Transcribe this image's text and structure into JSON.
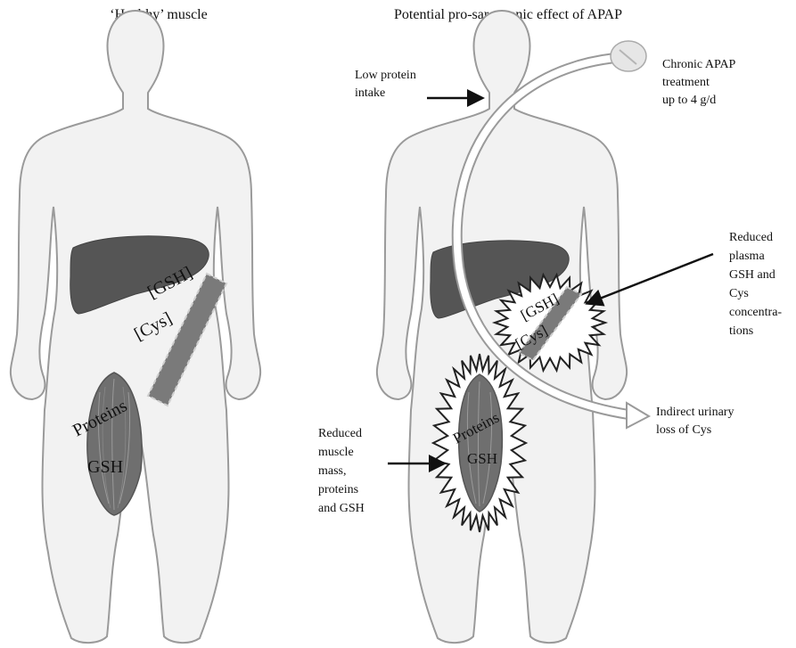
{
  "left_panel": {
    "title": "‘Healthy’ muscle",
    "vessel_labels": [
      "[GSH]",
      "[Cys]"
    ],
    "muscle_labels": [
      "Proteins",
      "GSH"
    ]
  },
  "right_panel": {
    "title": "Potential pro-sarcopenic effect of APAP",
    "vessel_labels": [
      "[GSH]",
      "[Cys]"
    ],
    "muscle_labels": [
      "Proteins",
      "GSH"
    ],
    "annotations": {
      "low_protein": [
        "Low protein",
        "intake"
      ],
      "apap_treatment": [
        "Chronic APAP",
        "treatment",
        "up to 4 g/d"
      ],
      "reduced_plasma": [
        "Reduced",
        "plasma",
        "GSH and",
        "Cys",
        "concentra-",
        "tions"
      ],
      "urinary_loss": [
        "Indirect urinary",
        "loss of Cys"
      ],
      "reduced_muscle": [
        "Reduced",
        "muscle",
        "mass,",
        "proteins",
        "and GSH"
      ]
    }
  },
  "colors": {
    "body_fill": "#f2f2f2",
    "body_stroke": "#9a9a9a",
    "liver": "#555555",
    "vessel": "#7a7a7a",
    "muscle": "#6f6f6f",
    "arrow": "#111111"
  },
  "icons": [
    "human-silhouette",
    "liver",
    "blood-vessel",
    "skeletal-muscle",
    "pill",
    "burst"
  ]
}
